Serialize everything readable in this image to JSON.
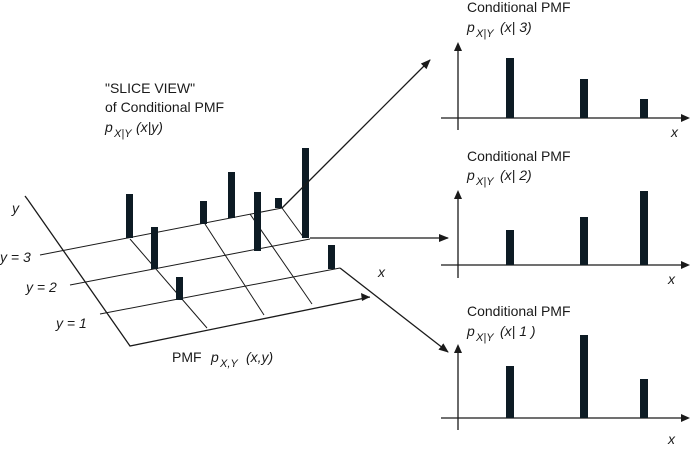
{
  "slice_view": {
    "line1": "\"SLICE VIEW\"",
    "line2": "of Conditional PMF",
    "p": "p",
    "sub": "X|Y",
    "arg": "(x|y)"
  },
  "joint": {
    "prefix": "PMF ",
    "p": "p",
    "sub": "X,Y",
    "arg": "(x,y)",
    "y_axis_label": "y",
    "x_axis_label": "x",
    "y_labels": [
      "y = 3",
      "y = 2",
      "y = 1"
    ]
  },
  "panels": [
    {
      "title": "Conditional PMF",
      "p": "p",
      "sub": "X|Y",
      "arg": "(x| 3)",
      "x_label": "x",
      "values": [
        0.6,
        0.39,
        0.19
      ]
    },
    {
      "title": "Conditional PMF",
      "p": "p",
      "sub": "X|Y",
      "arg": "(x| 2)",
      "x_label": "x",
      "values": [
        0.35,
        0.48,
        0.74
      ]
    },
    {
      "title": "Conditional PMF",
      "p": "p",
      "sub": "X|Y",
      "arg": "(x| 1 )",
      "x_label": "x",
      "values": [
        0.52,
        0.83,
        0.39
      ]
    }
  ],
  "joint_values": {
    "row_y3": [
      0.37,
      0.19,
      0.38,
      0.08
    ],
    "row_y2": [
      0.35,
      0.49,
      0.75
    ],
    "row_y1": [
      0.19,
      0.2
    ]
  }
}
